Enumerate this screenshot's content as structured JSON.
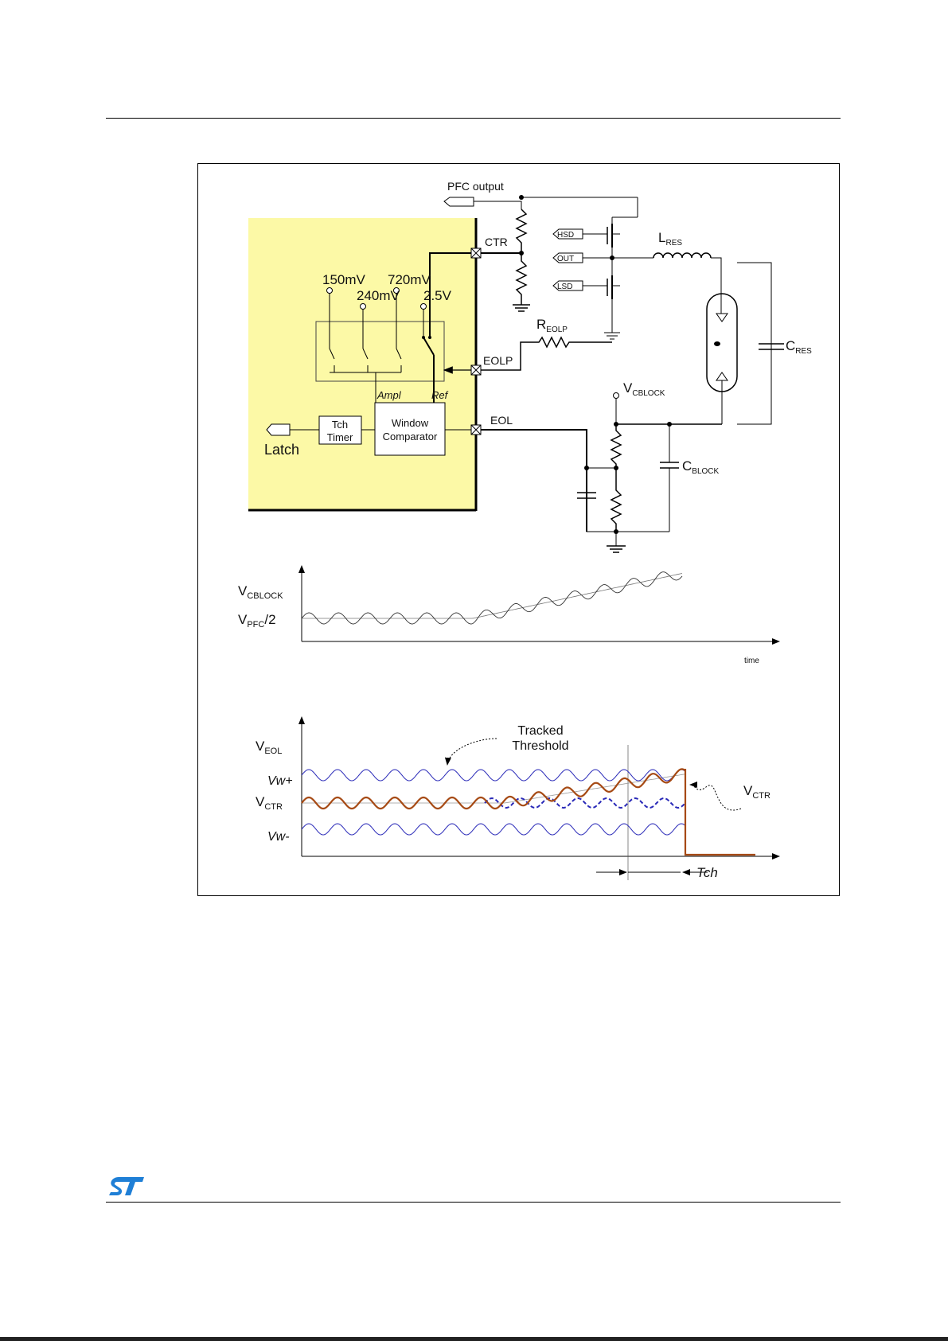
{
  "figure": {
    "schematic": {
      "pfc_output": "PFC output",
      "ctr_pin": "CTR",
      "eolp_pin": "EOLP",
      "eol_pin": "EOL",
      "hsd": "HSD",
      "out": "OUT",
      "lsd": "LSD",
      "l_res": "L",
      "l_res_sub": "RES",
      "r_eolp": "R",
      "r_eolp_sub": "EOLP",
      "c_res": "C",
      "c_res_sub": "RES",
      "v_cblock": "V",
      "v_cblock_sub": "CBLOCK",
      "c_block": "C",
      "c_block_sub": "BLOCK",
      "ref_150": "150mV",
      "ref_240": "240mV",
      "ref_720": "720mV",
      "ref_2v5": "2.5V",
      "ampl": "Ampl",
      "ref": "Ref",
      "tch_timer_line1": "Tch",
      "tch_timer_line2": "Timer",
      "window_comp_line1": "Window",
      "window_comp_line2": "Comparator",
      "latch": "Latch"
    },
    "plot1": {
      "ylabel": "V",
      "ylabel_sub": "CBLOCK",
      "level_label": "V",
      "level_label_sub": "PFC",
      "level_label_suffix": "/2",
      "xlabel": "time"
    },
    "plot2": {
      "ylabel": "V",
      "ylabel_sub": "EOL",
      "vw_plus": "Vw+",
      "vctr": "V",
      "vctr_sub": "CTR",
      "vw_minus": "Vw-",
      "tracked_line1": "Tracked",
      "tracked_line2": "Threshold",
      "vctr_right": "V",
      "vctr_right_sub": "CTR",
      "tch": "Tch"
    }
  },
  "colors": {
    "ic_fill": "#fcf9a6",
    "threshold_blue": "#2a2ab8",
    "vctr_brown": "#a64a14",
    "logo_blue": "#1f7fd6"
  }
}
